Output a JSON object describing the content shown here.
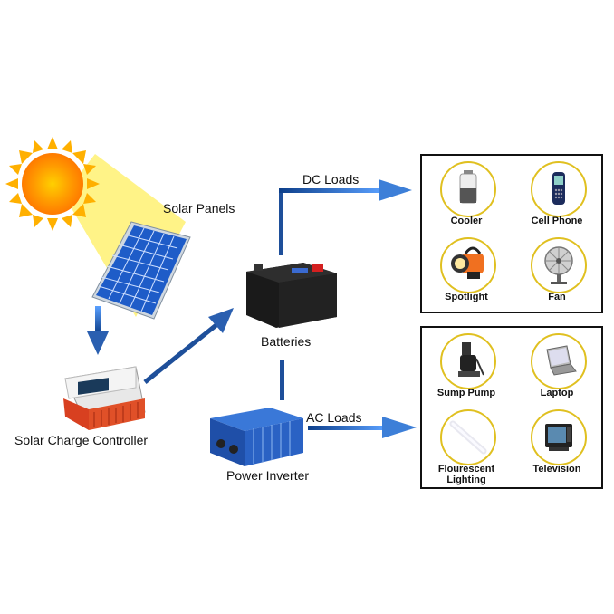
{
  "labels": {
    "solar_panels": "Solar Panels",
    "charge_controller": "Solar Charge Controller",
    "batteries": "Batteries",
    "power_inverter": "Power Inverter",
    "dc_loads": "DC Loads",
    "ac_loads": "AC Loads"
  },
  "dc_items": [
    {
      "label": "Cooler",
      "icon": "cooler-icon"
    },
    {
      "label": "Cell Phone",
      "icon": "cell-phone-icon"
    },
    {
      "label": "Spotlight",
      "icon": "spotlight-icon"
    },
    {
      "label": "Fan",
      "icon": "fan-icon"
    }
  ],
  "ac_items": [
    {
      "label": "Sump Pump",
      "icon": "sump-pump-icon"
    },
    {
      "label": "Laptop",
      "icon": "laptop-icon"
    },
    {
      "label": "Flourescent Lighting",
      "icon": "fluorescent-light-icon"
    },
    {
      "label": "Television",
      "icon": "television-icon"
    }
  ],
  "colors": {
    "arrow": "#2a5fb0",
    "sun": "#ff9a00",
    "beam": "#fff27a",
    "panel": "#1e5cc8",
    "circle_border": "#e0c020"
  }
}
